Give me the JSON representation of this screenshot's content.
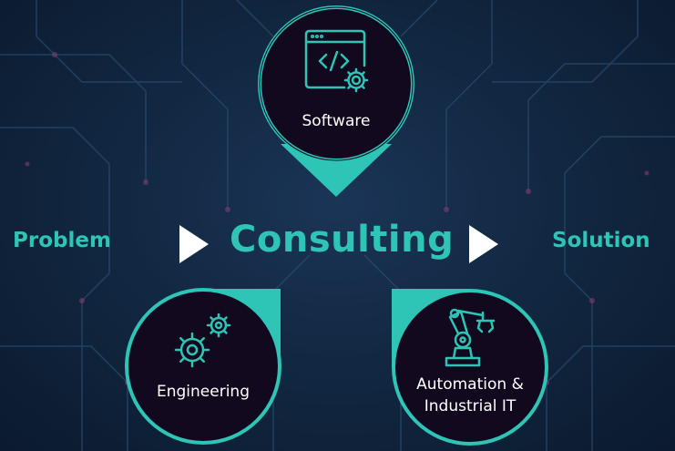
{
  "flow": {
    "left_label": "Problem",
    "center_label": "Consulting",
    "right_label": "Solution"
  },
  "nodes": {
    "software": {
      "label": "Software",
      "icon": "code-window-gear-icon"
    },
    "engineering": {
      "label": "Engineering",
      "icon": "gears-icon"
    },
    "automation": {
      "label_line1": "Automation &",
      "label_line2": "Industrial IT",
      "icon": "robot-arm-icon"
    }
  },
  "colors": {
    "accent": "#2ec4b6",
    "node_fill": "#12091f",
    "background": "#122842",
    "text": "#ffffff"
  }
}
